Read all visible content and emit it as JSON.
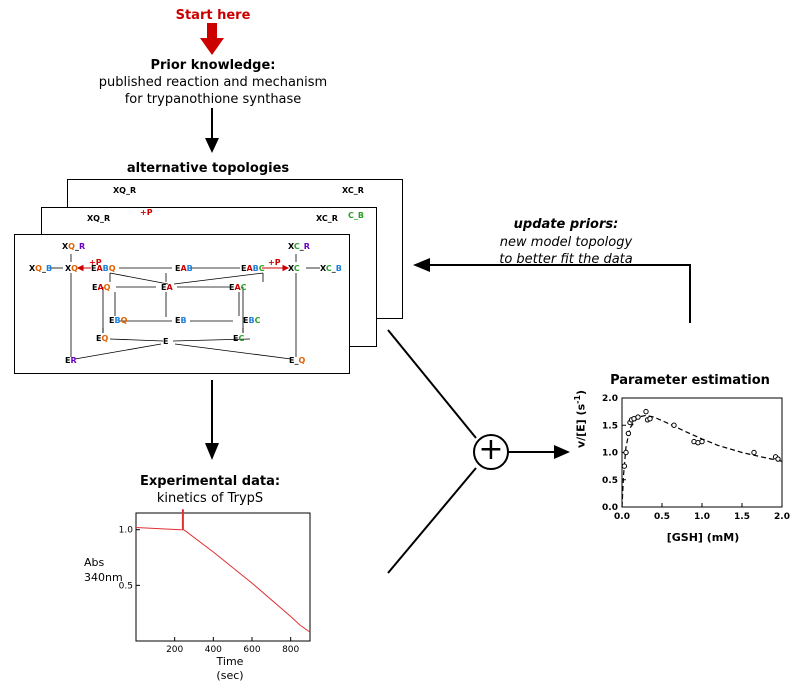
{
  "header": {
    "start_label": "Start here",
    "prior_title": "Prior knowledge:",
    "prior_lines": [
      "published reaction and mechanism",
      "for trypanothione synthase"
    ]
  },
  "topologies": {
    "title": "alternative topologies",
    "back_fragments": [
      "XQ_R",
      "XC_R",
      "+P",
      "C_B"
    ],
    "nodes": [
      {
        "parts": [
          [
            "X",
            "#000"
          ],
          [
            "Q",
            "#e06000"
          ],
          [
            "_",
            "#000"
          ],
          [
            "R",
            "#6a00c8"
          ]
        ]
      },
      {
        "parts": [
          [
            "X",
            "#000"
          ],
          [
            "C",
            "#2aa02a"
          ],
          [
            "_",
            "#000"
          ],
          [
            "R",
            "#6a00c8"
          ]
        ]
      },
      {
        "parts": [
          [
            "X",
            "#000"
          ],
          [
            "Q",
            "#e06000"
          ],
          [
            "_",
            "#000"
          ],
          [
            "B",
            "#1e7fd8"
          ]
        ]
      },
      {
        "parts": [
          [
            "X",
            "#000"
          ],
          [
            "Q",
            "#e06000"
          ]
        ]
      },
      {
        "parts": [
          [
            "E",
            "#000"
          ],
          [
            "A",
            "#cc0000"
          ],
          [
            "B",
            "#1e7fd8"
          ],
          [
            "Q",
            "#e06000"
          ]
        ]
      },
      {
        "parts": [
          [
            "E",
            "#000"
          ],
          [
            "A",
            "#cc0000"
          ],
          [
            "B",
            "#1e7fd8"
          ]
        ]
      },
      {
        "parts": [
          [
            "E",
            "#000"
          ],
          [
            "A",
            "#cc0000"
          ],
          [
            "B",
            "#1e7fd8"
          ],
          [
            "C",
            "#2aa02a"
          ]
        ]
      },
      {
        "parts": [
          [
            "X",
            "#000"
          ],
          [
            "C",
            "#2aa02a"
          ]
        ]
      },
      {
        "parts": [
          [
            "X",
            "#000"
          ],
          [
            "C",
            "#2aa02a"
          ],
          [
            "_",
            "#000"
          ],
          [
            "B",
            "#1e7fd8"
          ]
        ]
      },
      {
        "parts": [
          [
            "E",
            "#000"
          ],
          [
            "A",
            "#cc0000"
          ],
          [
            "Q",
            "#e06000"
          ]
        ]
      },
      {
        "parts": [
          [
            "E",
            "#000"
          ],
          [
            "A",
            "#cc0000"
          ]
        ]
      },
      {
        "parts": [
          [
            "E",
            "#000"
          ],
          [
            "A",
            "#cc0000"
          ],
          [
            "C",
            "#2aa02a"
          ]
        ]
      },
      {
        "parts": [
          [
            "E",
            "#000"
          ],
          [
            "B",
            "#1e7fd8"
          ],
          [
            "Q",
            "#e06000"
          ]
        ]
      },
      {
        "parts": [
          [
            "E",
            "#000"
          ],
          [
            "B",
            "#1e7fd8"
          ]
        ]
      },
      {
        "parts": [
          [
            "E",
            "#000"
          ],
          [
            "B",
            "#1e7fd8"
          ],
          [
            "C",
            "#2aa02a"
          ]
        ]
      },
      {
        "parts": [
          [
            "E",
            "#000"
          ],
          [
            "Q",
            "#e06000"
          ]
        ]
      },
      {
        "parts": [
          [
            "E",
            "#000"
          ]
        ]
      },
      {
        "parts": [
          [
            "E",
            "#000"
          ],
          [
            "C",
            "#2aa02a"
          ]
        ]
      },
      {
        "parts": [
          [
            "E",
            "#000"
          ],
          [
            "R",
            "#6a00c8"
          ]
        ]
      },
      {
        "parts": [
          [
            "E",
            "#000"
          ],
          [
            "_",
            "#000"
          ],
          [
            "Q",
            "#e06000"
          ]
        ]
      }
    ],
    "edge_labels": [
      "+P",
      "+P"
    ]
  },
  "experimental": {
    "title": "Experimental data:",
    "subtitle": "kinetics of TrypS",
    "ylabel_lines": [
      "Abs",
      "340nm"
    ],
    "xlabel_lines": [
      "Time",
      "(sec)"
    ],
    "yticks": [
      "1.0",
      "0.5"
    ],
    "xticks": [
      "200",
      "400",
      "600",
      "800"
    ]
  },
  "update": {
    "title": "update priors:",
    "lines": [
      "new model topology",
      "to better fit the data"
    ]
  },
  "param": {
    "title": "Parameter estimation",
    "ylabel": "v/[E] (s",
    "ylabel_sup": "-1",
    "ylabel_close": ")",
    "xlabel": "[GSH] (mM)"
  },
  "combine_symbol": "+",
  "chart_data": [
    {
      "type": "line",
      "title": "",
      "xlabel": "Time (sec)",
      "ylabel": "Abs 340nm",
      "xlim": [
        0,
        900
      ],
      "ylim": [
        0,
        1.15
      ],
      "xticks": [
        200,
        400,
        600,
        800
      ],
      "yticks": [
        0.5,
        1.0
      ],
      "x": [
        0,
        230,
        240,
        240,
        245,
        245,
        255,
        400,
        600,
        800,
        850,
        900
      ],
      "y": [
        1.02,
        1.0,
        1.0,
        1.18,
        1.18,
        1.0,
        0.99,
        0.8,
        0.52,
        0.22,
        0.14,
        0.08
      ],
      "color": "#e03030"
    },
    {
      "type": "scatter",
      "title": "",
      "xlabel": "[GSH] (mM)",
      "ylabel": "v/[E] (s-1)",
      "xlim": [
        0,
        2.0
      ],
      "ylim": [
        0,
        2.0
      ],
      "xticks": [
        0.0,
        0.5,
        1.0,
        1.5,
        2.0
      ],
      "yticks": [
        0.0,
        0.5,
        1.0,
        1.5,
        2.0
      ],
      "series": [
        {
          "x": [
            0.03,
            0.05,
            0.08,
            0.1,
            0.12,
            0.15,
            0.2,
            0.3,
            0.32,
            0.35,
            0.65,
            0.9,
            0.95,
            1.0,
            1.65,
            1.92,
            1.95
          ],
          "y": [
            0.75,
            1.0,
            1.35,
            1.55,
            1.6,
            1.62,
            1.65,
            1.75,
            1.6,
            1.62,
            1.5,
            1.2,
            1.18,
            1.2,
            1.0,
            0.92,
            0.88
          ]
        }
      ],
      "fit_line": {
        "x": [
          0,
          0.02,
          0.05,
          0.1,
          0.2,
          0.3,
          0.4,
          0.6,
          0.8,
          1.0,
          1.2,
          1.5,
          1.8,
          2.0
        ],
        "y": [
          0,
          0.6,
          1.1,
          1.45,
          1.65,
          1.68,
          1.65,
          1.52,
          1.38,
          1.25,
          1.13,
          1.0,
          0.9,
          0.84
        ],
        "style": "dashed"
      }
    }
  ]
}
